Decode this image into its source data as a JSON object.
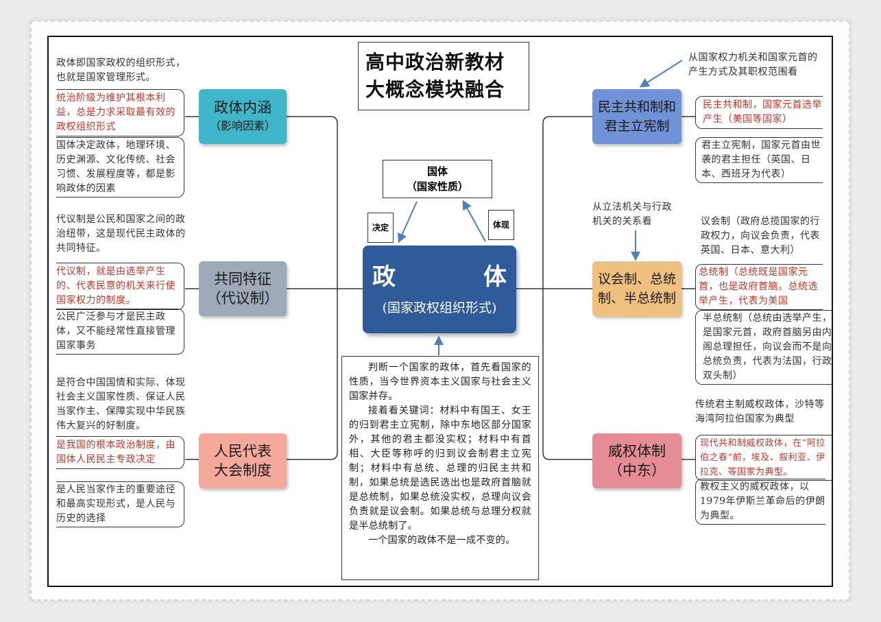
{
  "title": {
    "line1": "高中政治新教材",
    "line2": "大概念模块融合"
  },
  "top_box": {
    "line1": "国体",
    "line2": "（国家性质）"
  },
  "decide_label": "决定",
  "embody_label": "体现",
  "center": {
    "char1": "政",
    "char2": "体",
    "sub": "(国家政权组织形式)"
  },
  "explanation": [
    "判断一个国家的政体，首先看国家的性质，当今世界资本主义国家与社会主义国家并存。",
    "接着看关键词：材料中有国王、女王的归到君主立宪制，除中东地区部分国家外，其他的君主都没实权；材料中有首相、大臣等称呼的归到议会制君主立宪制；材料中有总统、总理的归民主共和制，如果总统是选民选出也是政府首脑就是总统制，如果总统没实权，总理向议会负责就是议会制。如果总统与总理分权就是半总统制了。",
    "一个国家的政体不是一成不变的。"
  ],
  "left": {
    "n1": {
      "label": "政体内涵",
      "sub": "（影响因素）",
      "note_top": "政体即国家政权的组织形式，也就是国家管理形式。",
      "note_red": "统治阶级为维护其根本利益，总是力求采取最有效的政权组织形式",
      "note_bottom": "国体决定政体，地理环境、历史渊源、文化传统、社会习惯、发展程度等，都是影响政体的因素"
    },
    "n2": {
      "label": "共同特征",
      "sub": "（代议制）",
      "note_top": "代议制是公民和国家之间的政治纽带，这是现代民主政体的共同特征。",
      "note_red": "代议制，就是由选举产生的、代表民意的机关来行使国家权力的制度。",
      "note_bottom": "公民广泛参与才是民主政体，又不能经常性直接管理国家事务"
    },
    "n3": {
      "label": "人民代表",
      "sub": "大会制度",
      "note_top": "是符合中国国情和实际、体现社会主义国家性质、保证人民当家作主、保障实现中华民族伟大复兴的好制度。",
      "note_red": "是我国的根本政治制度，由国体人民民主专政决定",
      "note_bottom": "是人民当家作主的重要途径和最高实现形式，是人民与历史的选择"
    }
  },
  "right": {
    "n1": {
      "label1": "民主共和制和",
      "label2": "君主立宪制",
      "note_top": "从国家权力机关和国家元首的产生方式及其职权范围看",
      "note_red": "民主共和制，国家元首选举产生（美国等国家）",
      "note_bottom": "君主立宪制，国家元首由世袭的君主担任（英国、日本、西班牙为代表）"
    },
    "n2": {
      "label1": "议会制、总统",
      "label2": "制、半总统制",
      "note_mid": "从立法机关与行政机关的关系看",
      "note_top": "议会制（政府总揽国家的行政权力，向议会负责，代表英国、日本、意大利）",
      "note_red": "总统制（总统既是国家元首，也是政府首脑。总统选举产生，代表为美国",
      "note_bottom": "半总统制（总统由选举产生，是国家元首，政府首脑另由内阁总理担任，向议会而不是向总统负责，代表为法国，行政双头制）"
    },
    "n3": {
      "label1": "威权体制",
      "label2": "（中东）",
      "note_top": "传统君主制威权政体，沙特等海湾阿拉伯国家为典型",
      "note_red": "现代共和制威权政体，在“阿拉伯之春”前，埃及、叙利亚、伊拉克、等国家为典型。",
      "note_bottom": "教权主义的威权政体，以1979年伊斯兰革命后的伊朗为典型。"
    }
  },
  "colors": {
    "cyan": "#3fb6c9",
    "gray": "#9eaab8",
    "salmon": "#f5a99b",
    "blue": "#6f93d6",
    "orange": "#f0c07e",
    "pink": "#e58c95",
    "center": "#2f5b9a",
    "arrow": "#4f7fbf",
    "red_text": "#c0392b"
  }
}
